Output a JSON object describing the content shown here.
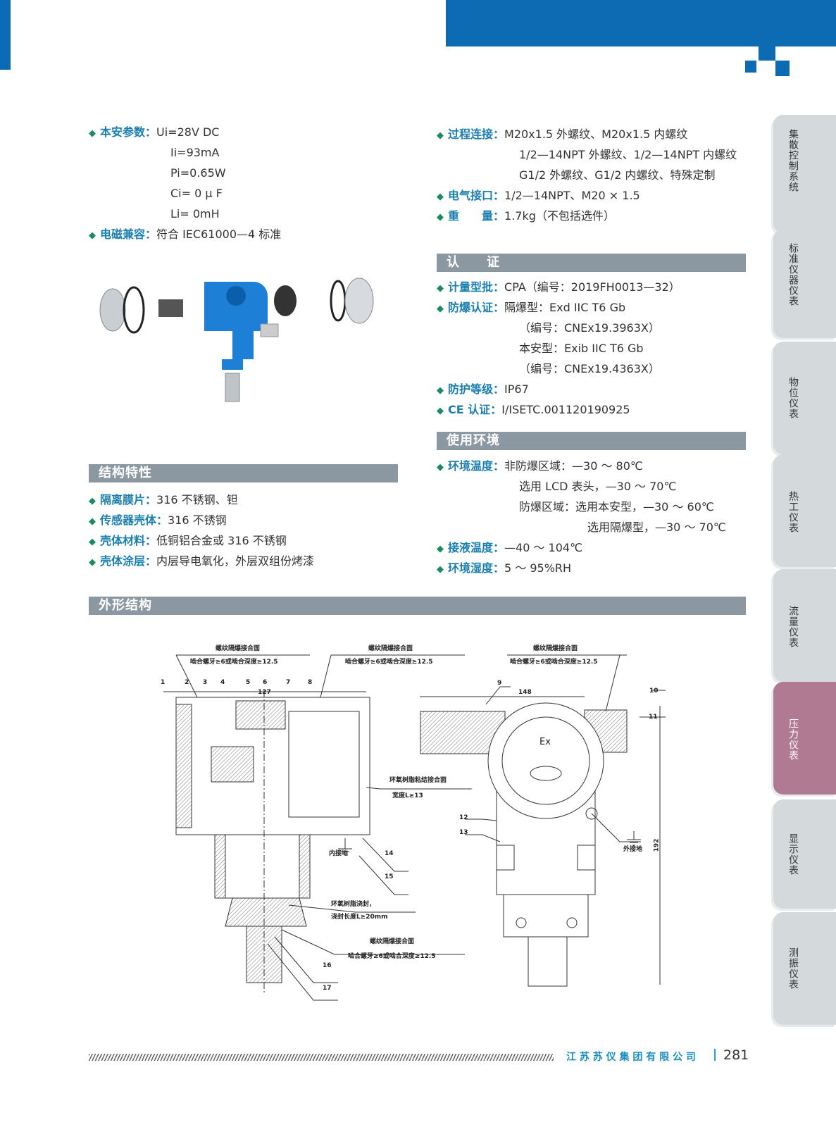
{
  "intrinsic_safety": {
    "label": "本安参数：",
    "values": [
      "Ui=28V  DC",
      "Ii=93mA",
      "Pi=0.65W",
      "Ci=  0 μ F",
      "Li=  0mH"
    ]
  },
  "emc": {
    "label": "电磁兼容：",
    "value": "符合 IEC61000—4 标准"
  },
  "process_connection": {
    "label": "过程连接：",
    "values": [
      "M20x1.5 外螺纹、M20x1.5 内螺纹",
      "1/2—14NPT 外螺纹、1/2—14NPT 内螺纹",
      "G1/2 外螺纹、G1/2 内螺纹、特殊定制"
    ]
  },
  "electrical": {
    "label": "电气接口：",
    "value": "1/2—14NPT、M20 × 1.5"
  },
  "weight": {
    "label": "重　　量：",
    "value": "1.7kg（不包括选件）"
  },
  "certification": {
    "title": "认　　证",
    "items": [
      {
        "label": "计量型批：",
        "values": [
          "CPA（编号：2019FH0013—32）"
        ]
      },
      {
        "label": "防爆认证：",
        "values": [
          "隔爆型：Exd  IIC  T6  Gb",
          "（编号：CNEx19.3963X）",
          "本安型：Exib  IIC  T6  Gb",
          "（编号：CNEx19.4363X）"
        ]
      },
      {
        "label": "防护等级：",
        "values": [
          "IP67"
        ]
      },
      {
        "label": "CE 认证：",
        "values": [
          "I/ISETC.001120190925"
        ]
      }
    ]
  },
  "environment": {
    "title": "使用环境",
    "items": [
      {
        "label": "环境温度：",
        "values": [
          "非防爆区域：—30 ～ 80℃",
          "选用 LCD 表头，—30 ～ 70℃",
          "防爆区域：选用本安型，—30 ～ 60℃",
          "选用隔爆型，—30 ～ 70℃"
        ]
      },
      {
        "label": "接液温度：",
        "values": [
          "—40 ～ 104℃"
        ]
      },
      {
        "label": "环境湿度：",
        "values": [
          "5 ～ 95%RH"
        ]
      }
    ]
  },
  "structure": {
    "title": "结构特性",
    "items": [
      {
        "label": "隔离膜片：",
        "value": "316 不锈钢、钽"
      },
      {
        "label": "传感器壳体：",
        "value": "316 不锈钢"
      },
      {
        "label": "壳体材料：",
        "value": "低铜铝合金或 316 不锈钢"
      },
      {
        "label": "壳体涂层：",
        "value": "内层导电氧化，外层双组份烤漆"
      }
    ]
  },
  "outline": {
    "title": "外形结构",
    "labels": {
      "thread_face": "螺纹隔爆接合面",
      "thread_req": "啮合螺牙≥6或啮合深度≥12.5",
      "epoxy_bond": "环氧树脂粘结接合面",
      "width_req": "宽度L≥13",
      "inner_ground": "内接地",
      "outer_ground": "外接地",
      "epoxy_pot": "环氧树脂浇封，",
      "pot_len": "浇封长度L≥20mm",
      "dim_127": "127",
      "dim_148": "148",
      "dim_192": "192",
      "ex": "Ex"
    },
    "numbers": [
      "1",
      "2",
      "3",
      "4",
      "5",
      "6",
      "7",
      "8",
      "9",
      "10",
      "11",
      "12",
      "13",
      "14",
      "15",
      "16",
      "17"
    ]
  },
  "side_tabs": [
    "集散控制系统",
    "标准仪器仪表",
    "物位仪表",
    "热工仪表",
    "流量仪表",
    "压力仪表",
    "显示仪表",
    "测振仪表"
  ],
  "active_tab": "压力仪表",
  "footer": {
    "company": "江 苏 苏 仪 集 团 有 限 公 司",
    "separator": "|",
    "page": "281"
  },
  "colors": {
    "brand_blue": "#0d6bb3",
    "label_blue": "#1a7fae",
    "bullet_green": "#1c8a5a",
    "bar_gray": "#8b98a1",
    "active_tab": "#b07a92"
  }
}
